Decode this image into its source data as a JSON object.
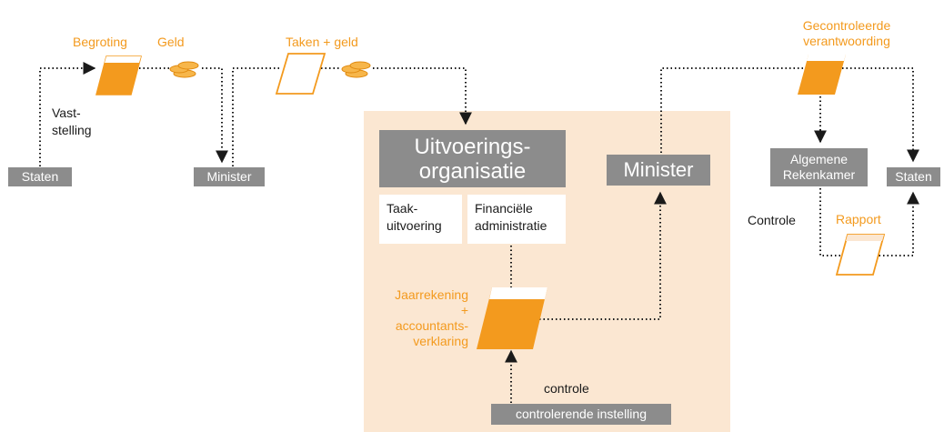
{
  "labels": {
    "begroting": "Begroting",
    "geld": "Geld",
    "taken_geld": "Taken + geld",
    "gecontroleerde_1": "Gecontroleerde",
    "gecontroleerde_2": "verantwoording",
    "vaststelling_1": "Vast-",
    "vaststelling_2": "stelling",
    "rapport": "Rapport",
    "controle_right": "Controle",
    "controle_bottom": "controle",
    "jaarrekening_1": "Jaarrekening",
    "jaarrekening_2": "+",
    "jaarrekening_3": "accountants-",
    "jaarrekening_4": "verklaring"
  },
  "boxes": {
    "staten_left": "Staten",
    "minister_left": "Minister",
    "uitvoering_1": "Uitvoerings-",
    "uitvoering_2": "organisatie",
    "minister_center": "Minister",
    "algemene_1": "Algemene",
    "algemene_2": "Rekenkamer",
    "staten_right": "Staten",
    "taak_1": "Taak-",
    "taak_2": "uitvoering",
    "fin_1": "Financiële",
    "fin_2": "administratie",
    "controlerende": "controlerende instelling"
  },
  "colors": {
    "orange": "#f39a1e",
    "panel": "#fbe7d2",
    "grey_box": "#8c8c8c",
    "line": "#1a1a1a"
  },
  "icons": {
    "document": "parallelogram-document-icon",
    "coins": "coins-icon"
  }
}
